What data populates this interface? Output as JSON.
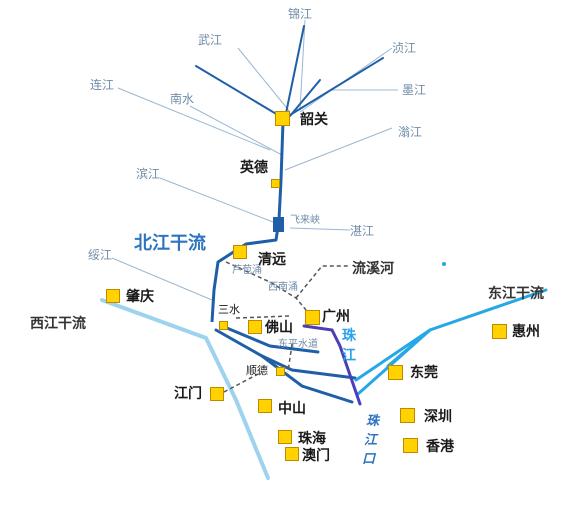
{
  "map": {
    "tributaries": [
      "锦江",
      "武江",
      "浈江",
      "连江",
      "南水",
      "墨江",
      "滃江",
      "滨江",
      "湛江",
      "绥江"
    ],
    "cities": [
      "韶关",
      "英德",
      "清远",
      "肇庆",
      "佛山",
      "广州",
      "三水",
      "顺德",
      "江门",
      "中山",
      "珠海",
      "澳门",
      "东莞",
      "深圳",
      "香港",
      "惠州"
    ],
    "main_labels": {
      "beijiang": "北江干流",
      "xijiang": "西江干流",
      "dongjiang": "东江干流",
      "liuxi": "流溪河",
      "zhujiang_1": "珠",
      "zhujiang_2": "江",
      "estuary_1": "珠",
      "estuary_2": "江",
      "estuary_3": "口"
    },
    "small_labels": {
      "feilaixia": "飞来峡",
      "luboyong": "芦苞涌",
      "xinanyong": "西南涌",
      "dongping": "东平水道"
    },
    "colors": {
      "river_dark": "#1f5fa8",
      "river_light": "#9dd3ee",
      "river_cyan": "#27a8e6",
      "zhujiang": "#4a3fb8",
      "leader": "#9ab8d0",
      "city_marker": "#ffd200"
    }
  }
}
